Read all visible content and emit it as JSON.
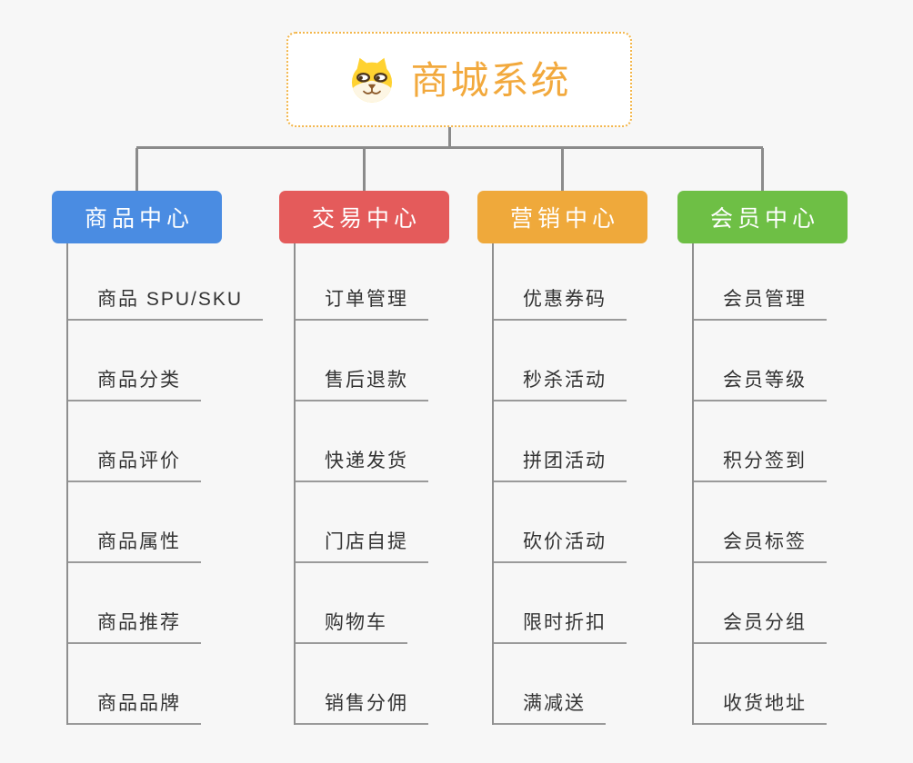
{
  "root": {
    "title": "商城系统",
    "icon": "shiba-dog-icon"
  },
  "branches": [
    {
      "label": "商品中心",
      "color": "#4a8ce2",
      "children": [
        "商品 SPU/SKU",
        "商品分类",
        "商品评价",
        "商品属性",
        "商品推荐",
        "商品品牌"
      ]
    },
    {
      "label": "交易中心",
      "color": "#e45b5b",
      "children": [
        "订单管理",
        "售后退款",
        "快递发货",
        "门店自提",
        "购物车",
        "销售分佣"
      ]
    },
    {
      "label": "营销中心",
      "color": "#efa93b",
      "children": [
        "优惠券码",
        "秒杀活动",
        "拼团活动",
        "砍价活动",
        "限时折扣",
        "满减送"
      ]
    },
    {
      "label": "会员中心",
      "color": "#6ebf45",
      "children": [
        "会员管理",
        "会员等级",
        "积分签到",
        "会员标签",
        "会员分组",
        "收货地址"
      ]
    }
  ],
  "colors": {
    "background": "#f7f7f7",
    "connector_line": "#8b8b8b",
    "child_underline": "#9a9a9a",
    "root_border": "#f3b64a",
    "root_title": "#f2a93d",
    "child_text": "#333333",
    "branch_text": "#ffffff"
  }
}
